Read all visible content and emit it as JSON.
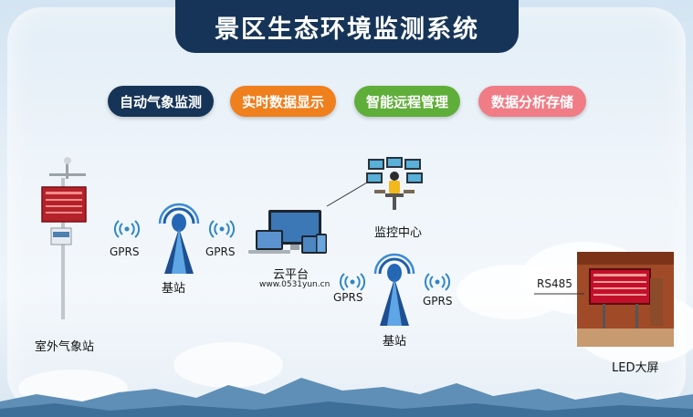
{
  "header": {
    "title": "景区生态环境监测系统"
  },
  "features": [
    {
      "label": "自动气象监测",
      "color": "#163457"
    },
    {
      "label": "实时数据显示",
      "color": "#f07f1e"
    },
    {
      "label": "智能远程管理",
      "color": "#5fae3a"
    },
    {
      "label": "数据分析存储",
      "color": "#f07c86"
    }
  ],
  "nodes": {
    "station": "室外气象站",
    "base1": "基站",
    "base2": "基站",
    "cloud": "云平台",
    "cloud_url": "www.0531yun.cn",
    "monitor": "监控中心",
    "screen": "LED大屏"
  },
  "links": {
    "gprs_1": "GPRS",
    "gprs_2": "GPRS",
    "gprs_3": "GPRS",
    "gprs_4": "GPRS",
    "rs485": "RS485"
  }
}
